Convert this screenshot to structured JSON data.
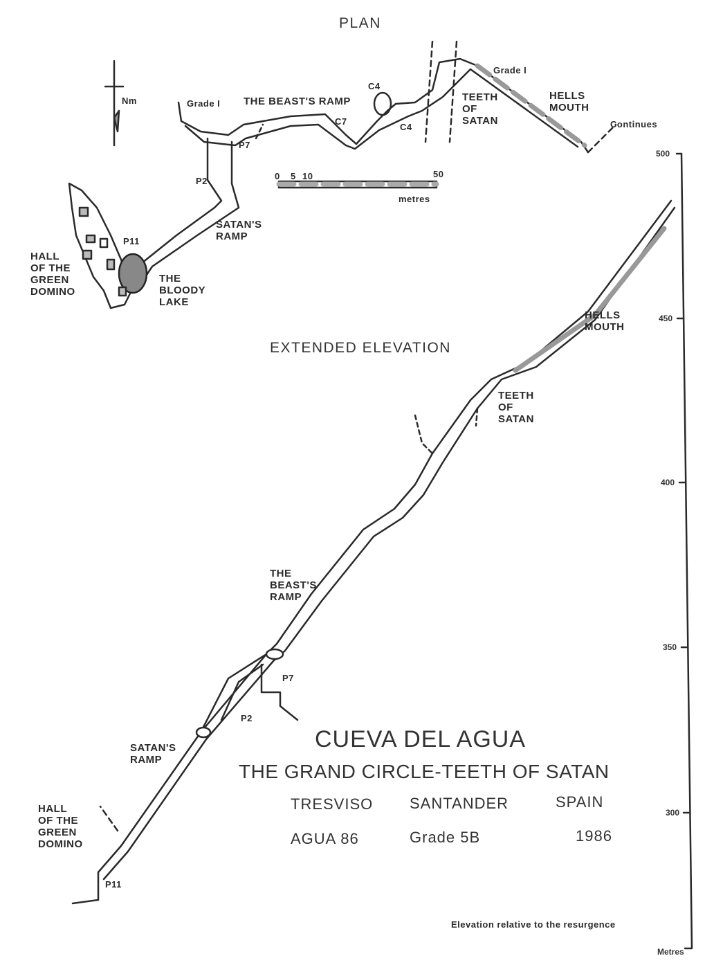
{
  "plan": {
    "title": "PLAN",
    "north_label": "Nm",
    "labels": {
      "grade1_left": "Grade I",
      "beasts_ramp": "THE BEAST'S RAMP",
      "c4_top": "C4",
      "c4_bottom": "C4",
      "c7": "C7",
      "p7": "P7",
      "p2": "P2",
      "p11": "P11",
      "grade1_right": "Grade I",
      "teeth_of_satan": "TEETH\nOF\nSATAN",
      "hells_mouth": "HELLS\nMOUTH",
      "continues": "Continues",
      "satans_ramp": "SATAN'S\nRAMP",
      "hall": "HALL\nOF THE\nGREEN\nDOMINO",
      "bloody_lake": "THE\nBLOODY\nLAKE"
    },
    "scale": {
      "ticks": [
        "0",
        "5",
        "10",
        "50"
      ],
      "unit": "metres"
    }
  },
  "elevation": {
    "title": "EXTENDED ELEVATION",
    "labels": {
      "hells_mouth": "HELLS\nMOUTH",
      "teeth_of_satan": "TEETH\nOF\nSATAN",
      "beasts_ramp": "THE\nBEAST'S\nRAMP",
      "p7": "P7",
      "p2": "P2",
      "satans_ramp": "SATAN'S\nRAMP",
      "hall": "HALL\nOF THE\nGREEN\nDOMINO",
      "p11": "P11"
    },
    "axis": {
      "ticks": [
        "500",
        "450",
        "400",
        "350",
        "300"
      ],
      "unit": "Metres",
      "note": "Elevation relative to the resurgence"
    }
  },
  "title_block": {
    "name": "CUEVA DEL AGUA",
    "subtitle": "THE GRAND CIRCLE-TEETH OF SATAN",
    "place": "TRESVISO",
    "region": "SANTANDER",
    "country": "SPAIN",
    "expedition": "AGUA 86",
    "grade": "Grade 5B",
    "year": "1986"
  }
}
